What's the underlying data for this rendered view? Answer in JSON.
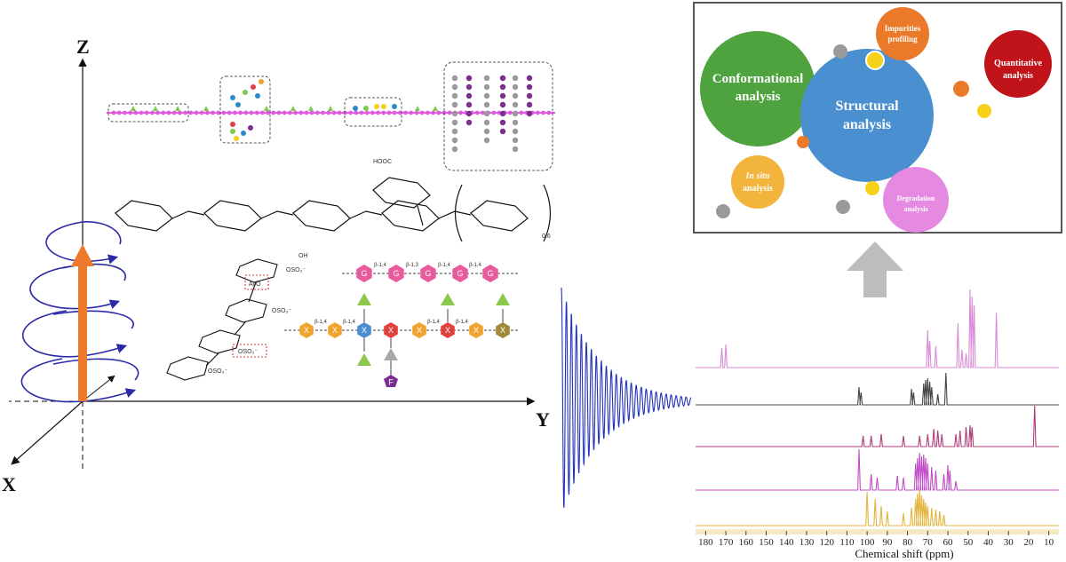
{
  "axes": {
    "x": "X",
    "y": "Y",
    "z": "Z"
  },
  "bubbles": {
    "conformational": {
      "line1": "Conformational",
      "line2": "analysis",
      "color": "#4ea33f"
    },
    "structural": {
      "line1": "Structural",
      "line2": "analysis",
      "color": "#4a90d0"
    },
    "impurities": {
      "line1": "Impurities",
      "line2": "profiling",
      "color": "#ea7a2a"
    },
    "quantitative": {
      "line1": "Quantitative",
      "line2": "analysis",
      "color": "#c0141a"
    },
    "insitu": {
      "line1": "In situ",
      "line2": "analysis",
      "color": "#f2b43a"
    },
    "degradation": {
      "line1": "Degradation",
      "line2": "analysis",
      "color": "#e58ae0"
    }
  },
  "chemistry": {
    "subscript": "0.6",
    "hooc": "HOOC",
    "aco": "AcO",
    "oso3": "OSO₃⁻",
    "oh": "OH"
  },
  "glycan": {
    "top_letters": [
      "G",
      "G",
      "G",
      "G",
      "G"
    ],
    "top_links": [
      "β-1,4",
      "β-1,3",
      "β-1,4",
      "β-1,4"
    ],
    "bottom_letters": [
      "X",
      "X",
      "X",
      "X",
      "X",
      "X",
      "X",
      "X"
    ],
    "bottom_links": [
      "β-1,4",
      "β-1,4",
      "β-1,4",
      "β-1,4"
    ],
    "fucose": "F",
    "colors": {
      "glucose": "#e95a9c",
      "xylose": "#f2a32e",
      "blue": "#4a90d0",
      "red": "#e0433f",
      "olive": "#a08a3a",
      "green": "#8cc84b",
      "gray": "#a8a8a8",
      "purple": "#7a2f8e"
    }
  },
  "nmr": {
    "xlabel": "Chemical shift (ppm)",
    "xlim": [
      185,
      5
    ],
    "ticks": [
      180,
      170,
      160,
      150,
      140,
      130,
      120,
      110,
      100,
      90,
      80,
      70,
      60,
      50,
      40,
      30,
      20,
      10
    ],
    "spectra": [
      {
        "color": "#d88ad6",
        "peaks": [
          [
            172,
            22
          ],
          [
            170,
            26
          ],
          [
            70,
            42
          ],
          [
            69,
            30
          ],
          [
            66,
            24
          ],
          [
            55,
            50
          ],
          [
            53,
            20
          ],
          [
            51,
            16
          ],
          [
            49,
            88
          ],
          [
            48,
            80
          ],
          [
            47,
            70
          ],
          [
            36,
            62
          ]
        ]
      },
      {
        "color": "#444444",
        "peaks": [
          [
            104,
            20
          ],
          [
            103,
            14
          ],
          [
            78,
            18
          ],
          [
            77,
            14
          ],
          [
            72,
            24
          ],
          [
            71,
            28
          ],
          [
            70,
            30
          ],
          [
            69,
            26
          ],
          [
            68,
            20
          ],
          [
            65,
            12
          ],
          [
            61,
            36
          ]
        ]
      },
      {
        "color": "#b03a78",
        "peaks": [
          [
            102,
            12
          ],
          [
            98,
            12
          ],
          [
            93,
            14
          ],
          [
            82,
            12
          ],
          [
            74,
            12
          ],
          [
            70,
            14
          ],
          [
            67,
            20
          ],
          [
            65,
            18
          ],
          [
            63,
            14
          ],
          [
            56,
            14
          ],
          [
            54,
            18
          ],
          [
            51,
            22
          ],
          [
            49,
            24
          ],
          [
            48,
            22
          ],
          [
            17,
            46
          ]
        ]
      },
      {
        "color": "#c04cc8",
        "peaks": [
          [
            104,
            46
          ],
          [
            98,
            18
          ],
          [
            95,
            14
          ],
          [
            85,
            16
          ],
          [
            82,
            14
          ],
          [
            76,
            30
          ],
          [
            75,
            36
          ],
          [
            74,
            42
          ],
          [
            73,
            38
          ],
          [
            72,
            40
          ],
          [
            71,
            36
          ],
          [
            70,
            30
          ],
          [
            68,
            26
          ],
          [
            66,
            22
          ],
          [
            62,
            18
          ],
          [
            60,
            28
          ],
          [
            59,
            22
          ],
          [
            56,
            10
          ]
        ]
      },
      {
        "color": "#e4b43a",
        "peaks": [
          [
            100,
            38
          ],
          [
            96,
            30
          ],
          [
            93,
            22
          ],
          [
            90,
            16
          ],
          [
            82,
            14
          ],
          [
            78,
            20
          ],
          [
            76,
            30
          ],
          [
            75,
            36
          ],
          [
            74,
            40
          ],
          [
            73,
            34
          ],
          [
            72,
            30
          ],
          [
            71,
            26
          ],
          [
            70,
            22
          ],
          [
            68,
            20
          ],
          [
            66,
            18
          ],
          [
            64,
            16
          ],
          [
            62,
            12
          ]
        ]
      }
    ]
  },
  "fid": {
    "color": "#2233bb",
    "cycles": 26
  },
  "colors": {
    "helix": "#2a2aa8",
    "vector": "#ee7a2c",
    "arrow_up": "#bdbdbd"
  }
}
